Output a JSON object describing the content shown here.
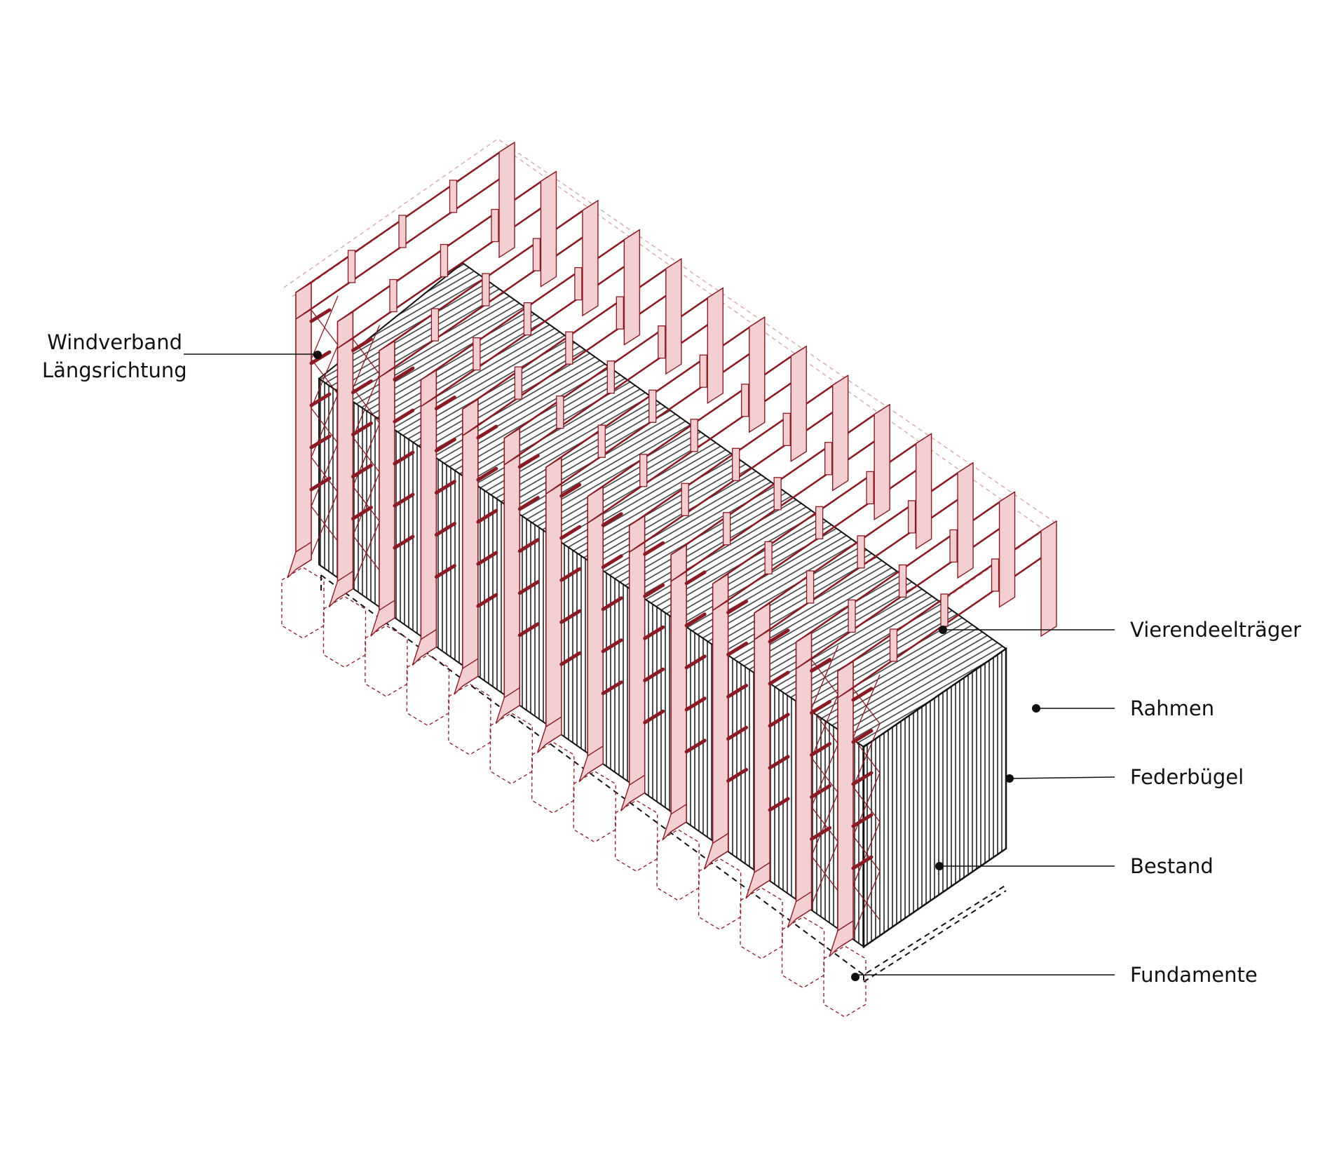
{
  "labels": {
    "windverband_line1": "Windverband",
    "windverband_line2": "Längsrichtung",
    "vierendeeltraeger": "Vierendeelträger",
    "rahmen": "Rahmen",
    "federbuegel": "Federbügel",
    "bestand": "Bestand",
    "fundamente": "Fundamente"
  },
  "colors": {
    "frame_stroke": "#8a1b24",
    "frame_fill": "#f3cfd2",
    "ghost_stroke": "#d8a0a5",
    "building_stroke": "#111111",
    "building_fill": "#ffffff",
    "leader_line": "#111111"
  },
  "frame_count": 14,
  "icons": {
    "leader_dot": "filled-circle"
  }
}
